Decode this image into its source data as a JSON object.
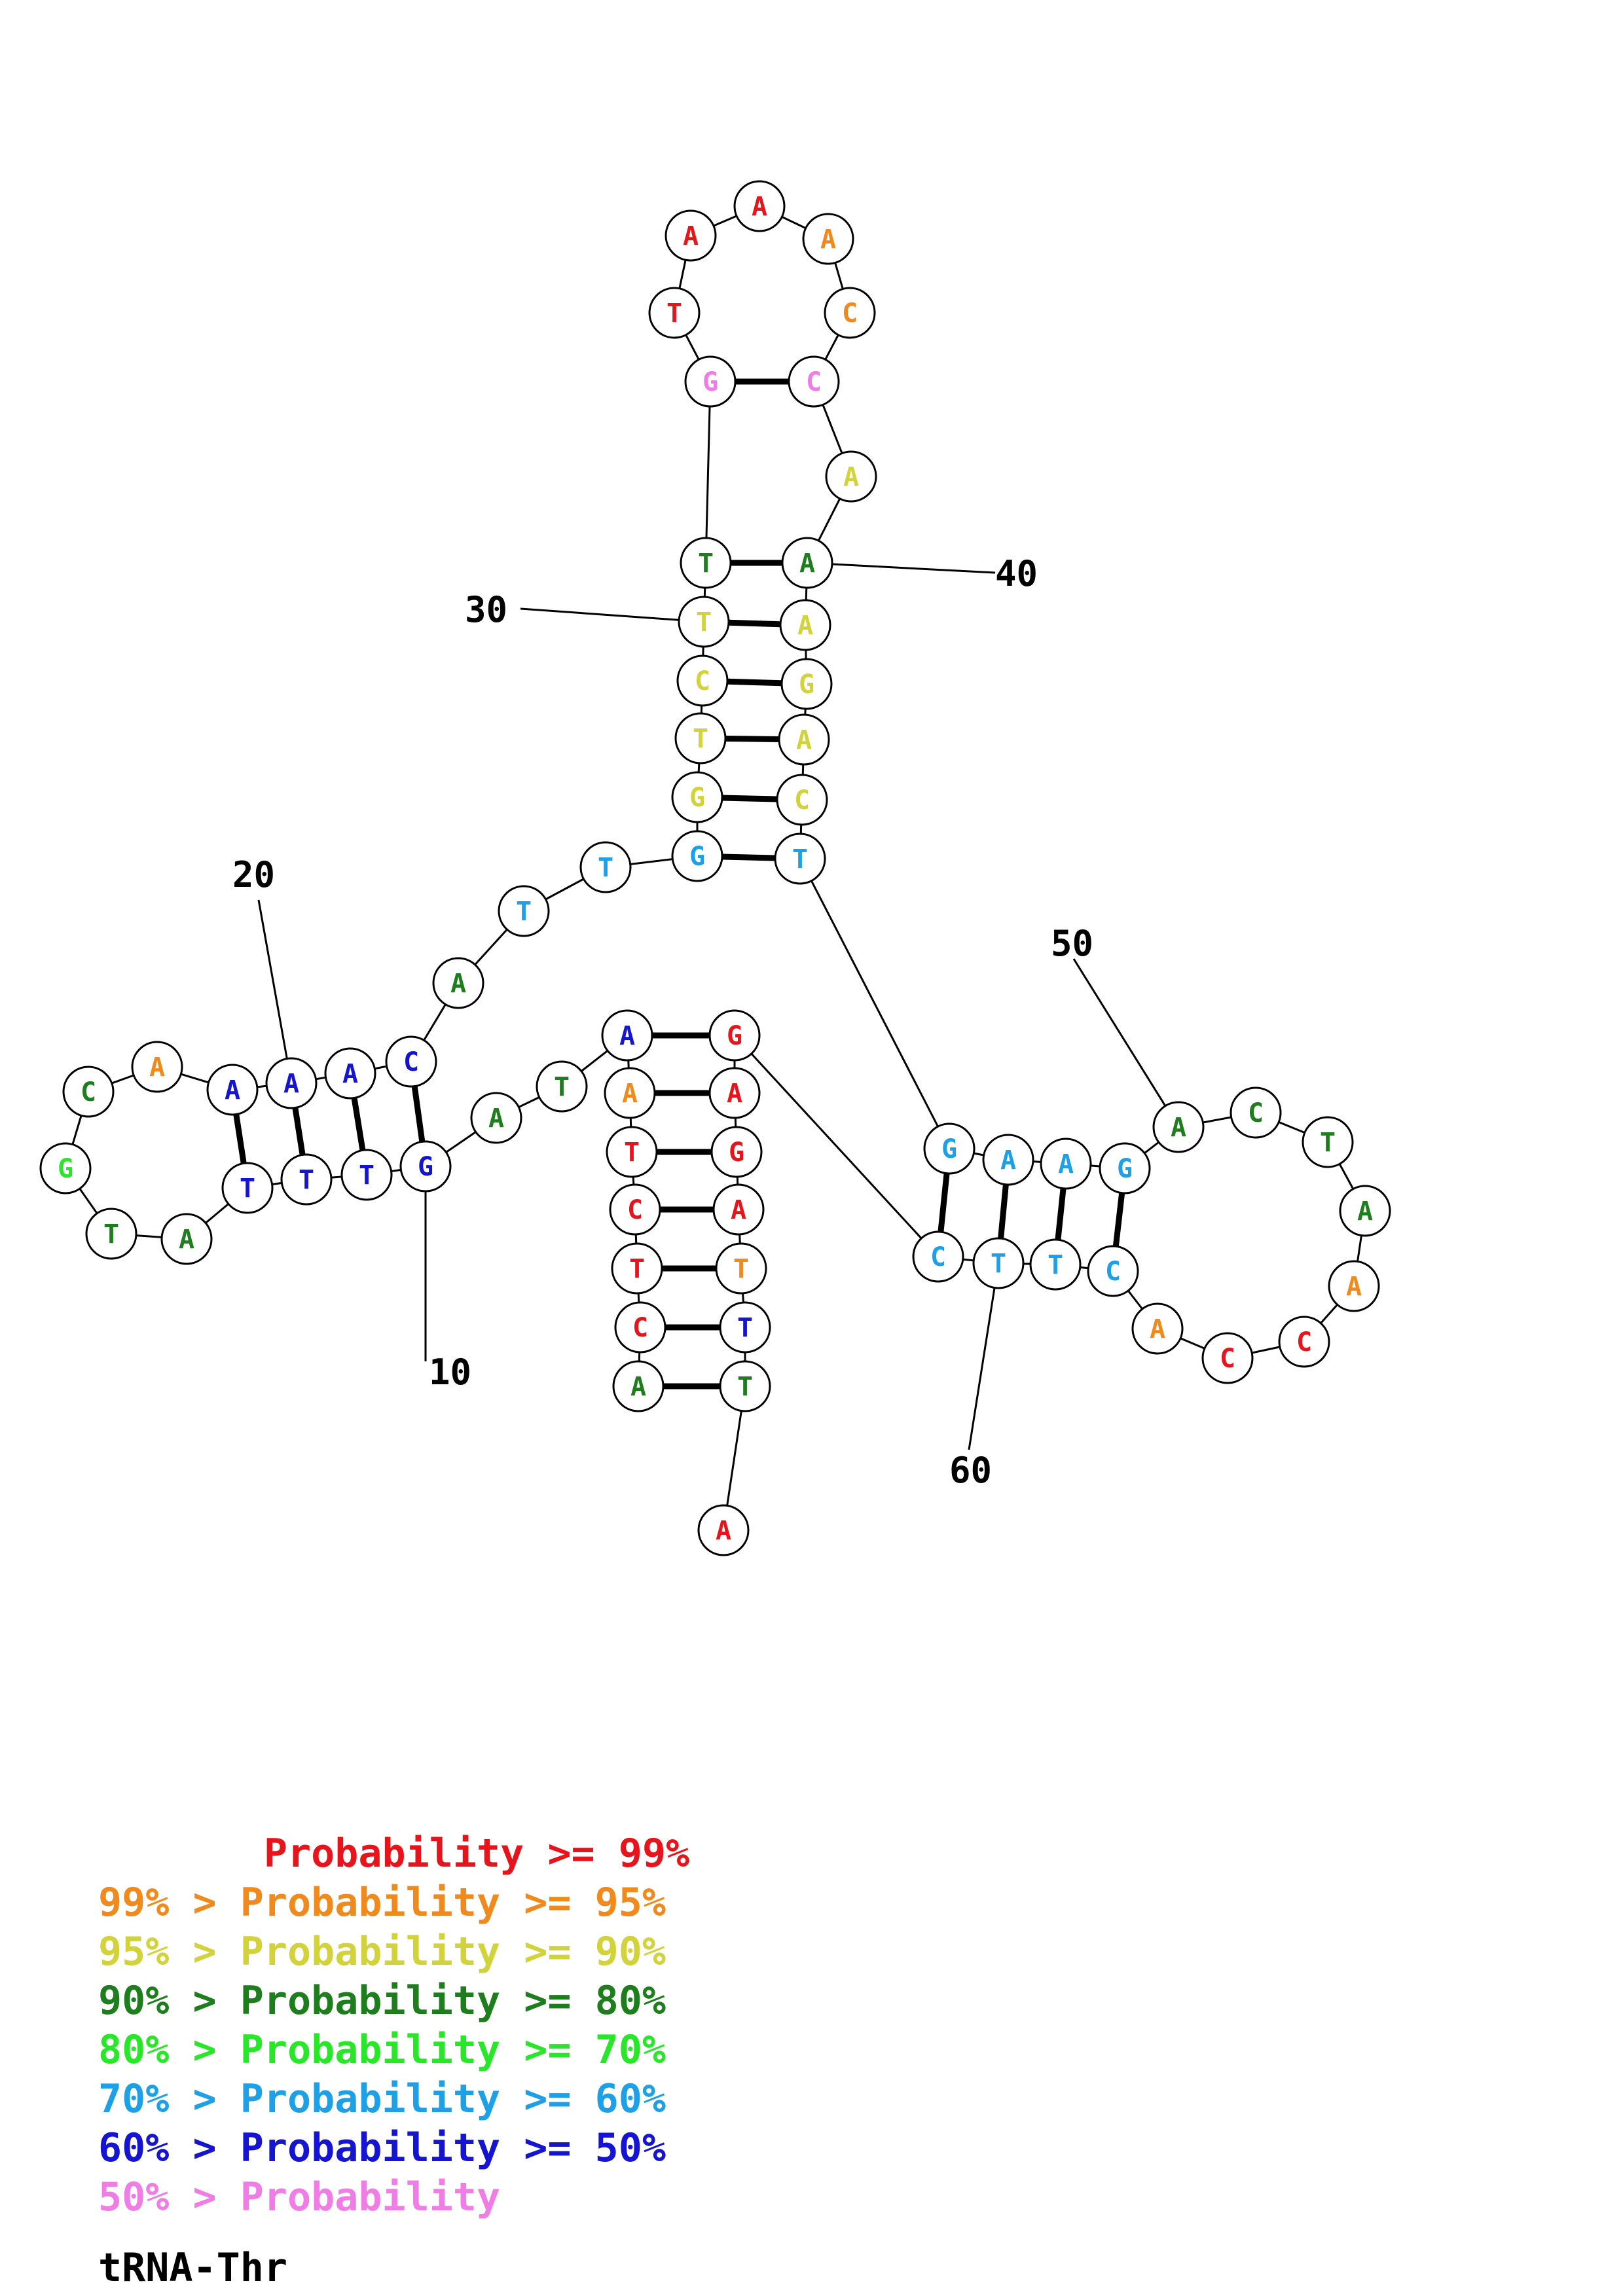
{
  "title": "tRNA-Thr",
  "colors": {
    "p99": "#e8141c",
    "p95": "#f08a1c",
    "p90": "#d2d23a",
    "p80": "#1e7e1e",
    "p70": "#28e628",
    "p60": "#1ea0e6",
    "p50": "#1414d2",
    "plt50": "#f07ce6"
  },
  "legend": [
    {
      "text": "       Probability >= 99%",
      "color": "p99"
    },
    {
      "text": "99% > Probability >= 95%",
      "color": "p95"
    },
    {
      "text": "95% > Probability >= 90%",
      "color": "p90"
    },
    {
      "text": "90% > Probability >= 80%",
      "color": "p80"
    },
    {
      "text": "80% > Probability >= 70%",
      "color": "p70"
    },
    {
      "text": "70% > Probability >= 60%",
      "color": "p60"
    },
    {
      "text": "60% > Probability >= 50%",
      "color": "p50"
    },
    {
      "text": "50% > Probability",
      "color": "plt50"
    }
  ],
  "sequence": [
    {
      "n": 1,
      "base": "A",
      "color": "p80"
    },
    {
      "n": 2,
      "base": "C",
      "color": "p99"
    },
    {
      "n": 3,
      "base": "T",
      "color": "p99"
    },
    {
      "n": 4,
      "base": "C",
      "color": "p99"
    },
    {
      "n": 5,
      "base": "T",
      "color": "p99"
    },
    {
      "n": 6,
      "base": "A",
      "color": "p95"
    },
    {
      "n": 7,
      "base": "A",
      "color": "p50"
    },
    {
      "n": 8,
      "base": "T",
      "color": "p80"
    },
    {
      "n": 9,
      "base": "A",
      "color": "p80"
    },
    {
      "n": 10,
      "base": "G",
      "color": "p50"
    },
    {
      "n": 11,
      "base": "T",
      "color": "p50"
    },
    {
      "n": 12,
      "base": "T",
      "color": "p50"
    },
    {
      "n": 13,
      "base": "T",
      "color": "p50"
    },
    {
      "n": 14,
      "base": "A",
      "color": "p80"
    },
    {
      "n": 15,
      "base": "T",
      "color": "p80"
    },
    {
      "n": 16,
      "base": "G",
      "color": "p70"
    },
    {
      "n": 17,
      "base": "C",
      "color": "p80"
    },
    {
      "n": 18,
      "base": "A",
      "color": "p95"
    },
    {
      "n": 19,
      "base": "A",
      "color": "p50"
    },
    {
      "n": 20,
      "base": "A",
      "color": "p50"
    },
    {
      "n": 21,
      "base": "A",
      "color": "p50"
    },
    {
      "n": 22,
      "base": "C",
      "color": "p50"
    },
    {
      "n": 23,
      "base": "A",
      "color": "p80"
    },
    {
      "n": 24,
      "base": "T",
      "color": "p60"
    },
    {
      "n": 25,
      "base": "T",
      "color": "p60"
    },
    {
      "n": 26,
      "base": "G",
      "color": "p60"
    },
    {
      "n": 27,
      "base": "G",
      "color": "p90"
    },
    {
      "n": 28,
      "base": "T",
      "color": "p90"
    },
    {
      "n": 29,
      "base": "C",
      "color": "p90"
    },
    {
      "n": 30,
      "base": "T",
      "color": "p90"
    },
    {
      "n": 31,
      "base": "T",
      "color": "p80"
    },
    {
      "n": 32,
      "base": "G",
      "color": "plt50"
    },
    {
      "n": 33,
      "base": "T",
      "color": "p99"
    },
    {
      "n": 34,
      "base": "A",
      "color": "p99"
    },
    {
      "n": 35,
      "base": "A",
      "color": "p99"
    },
    {
      "n": 36,
      "base": "A",
      "color": "p95"
    },
    {
      "n": 37,
      "base": "C",
      "color": "p95"
    },
    {
      "n": 38,
      "base": "C",
      "color": "plt50"
    },
    {
      "n": 39,
      "base": "A",
      "color": "p90"
    },
    {
      "n": 40,
      "base": "A",
      "color": "p80"
    },
    {
      "n": 41,
      "base": "A",
      "color": "p90"
    },
    {
      "n": 42,
      "base": "G",
      "color": "p90"
    },
    {
      "n": 43,
      "base": "A",
      "color": "p90"
    },
    {
      "n": 44,
      "base": "C",
      "color": "p90"
    },
    {
      "n": 45,
      "base": "T",
      "color": "p60"
    },
    {
      "n": 46,
      "base": "G",
      "color": "p60"
    },
    {
      "n": 47,
      "base": "A",
      "color": "p60"
    },
    {
      "n": 48,
      "base": "A",
      "color": "p60"
    },
    {
      "n": 49,
      "base": "G",
      "color": "p60"
    },
    {
      "n": 50,
      "base": "A",
      "color": "p80"
    },
    {
      "n": 51,
      "base": "C",
      "color": "p80"
    },
    {
      "n": 52,
      "base": "T",
      "color": "p80"
    },
    {
      "n": 53,
      "base": "A",
      "color": "p80"
    },
    {
      "n": 54,
      "base": "A",
      "color": "p95"
    },
    {
      "n": 55,
      "base": "C",
      "color": "p99"
    },
    {
      "n": 56,
      "base": "C",
      "color": "p99"
    },
    {
      "n": 57,
      "base": "A",
      "color": "p95"
    },
    {
      "n": 58,
      "base": "C",
      "color": "p60"
    },
    {
      "n": 59,
      "base": "T",
      "color": "p60"
    },
    {
      "n": 60,
      "base": "T",
      "color": "p60"
    },
    {
      "n": 61,
      "base": "C",
      "color": "p60"
    },
    {
      "n": 62,
      "base": "G",
      "color": "p99"
    },
    {
      "n": 63,
      "base": "A",
      "color": "p99"
    },
    {
      "n": 64,
      "base": "G",
      "color": "p99"
    },
    {
      "n": 65,
      "base": "A",
      "color": "p99"
    },
    {
      "n": 66,
      "base": "T",
      "color": "p95"
    },
    {
      "n": 67,
      "base": "T",
      "color": "p50"
    },
    {
      "n": 68,
      "base": "T",
      "color": "p80"
    },
    {
      "n": 69,
      "base": "A",
      "color": "p99"
    }
  ],
  "pairs": [
    [
      1,
      68
    ],
    [
      2,
      67
    ],
    [
      3,
      66
    ],
    [
      4,
      65
    ],
    [
      5,
      64
    ],
    [
      6,
      63
    ],
    [
      7,
      62
    ],
    [
      10,
      22
    ],
    [
      11,
      21
    ],
    [
      12,
      20
    ],
    [
      13,
      19
    ],
    [
      26,
      45
    ],
    [
      27,
      44
    ],
    [
      28,
      43
    ],
    [
      29,
      42
    ],
    [
      30,
      41
    ],
    [
      31,
      40
    ],
    [
      32,
      38
    ],
    [
      46,
      61
    ],
    [
      47,
      60
    ],
    [
      48,
      59
    ],
    [
      49,
      58
    ]
  ],
  "index_labels": [
    "10",
    "20",
    "30",
    "40",
    "50",
    "60"
  ]
}
